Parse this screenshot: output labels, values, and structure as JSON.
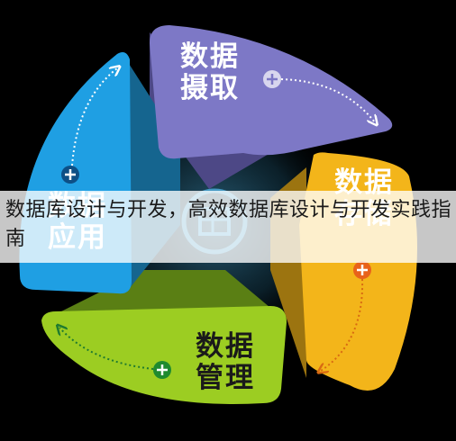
{
  "segments": {
    "top": {
      "line1": "数据",
      "line2": "摄取",
      "color": "#7d78c6"
    },
    "right": {
      "line1": "数据",
      "line2": "存储",
      "color": "#f3b51a"
    },
    "bottom": {
      "line1": "数据",
      "line2": "管理",
      "color": "#9ccd22"
    },
    "left": {
      "line1": "数据",
      "line2": "应用",
      "color": "#1f9fe3"
    }
  },
  "center_icon": "table-icon",
  "overlay": {
    "caption": "数据库设计与开发，高效数据库设计与开发实践指南"
  }
}
